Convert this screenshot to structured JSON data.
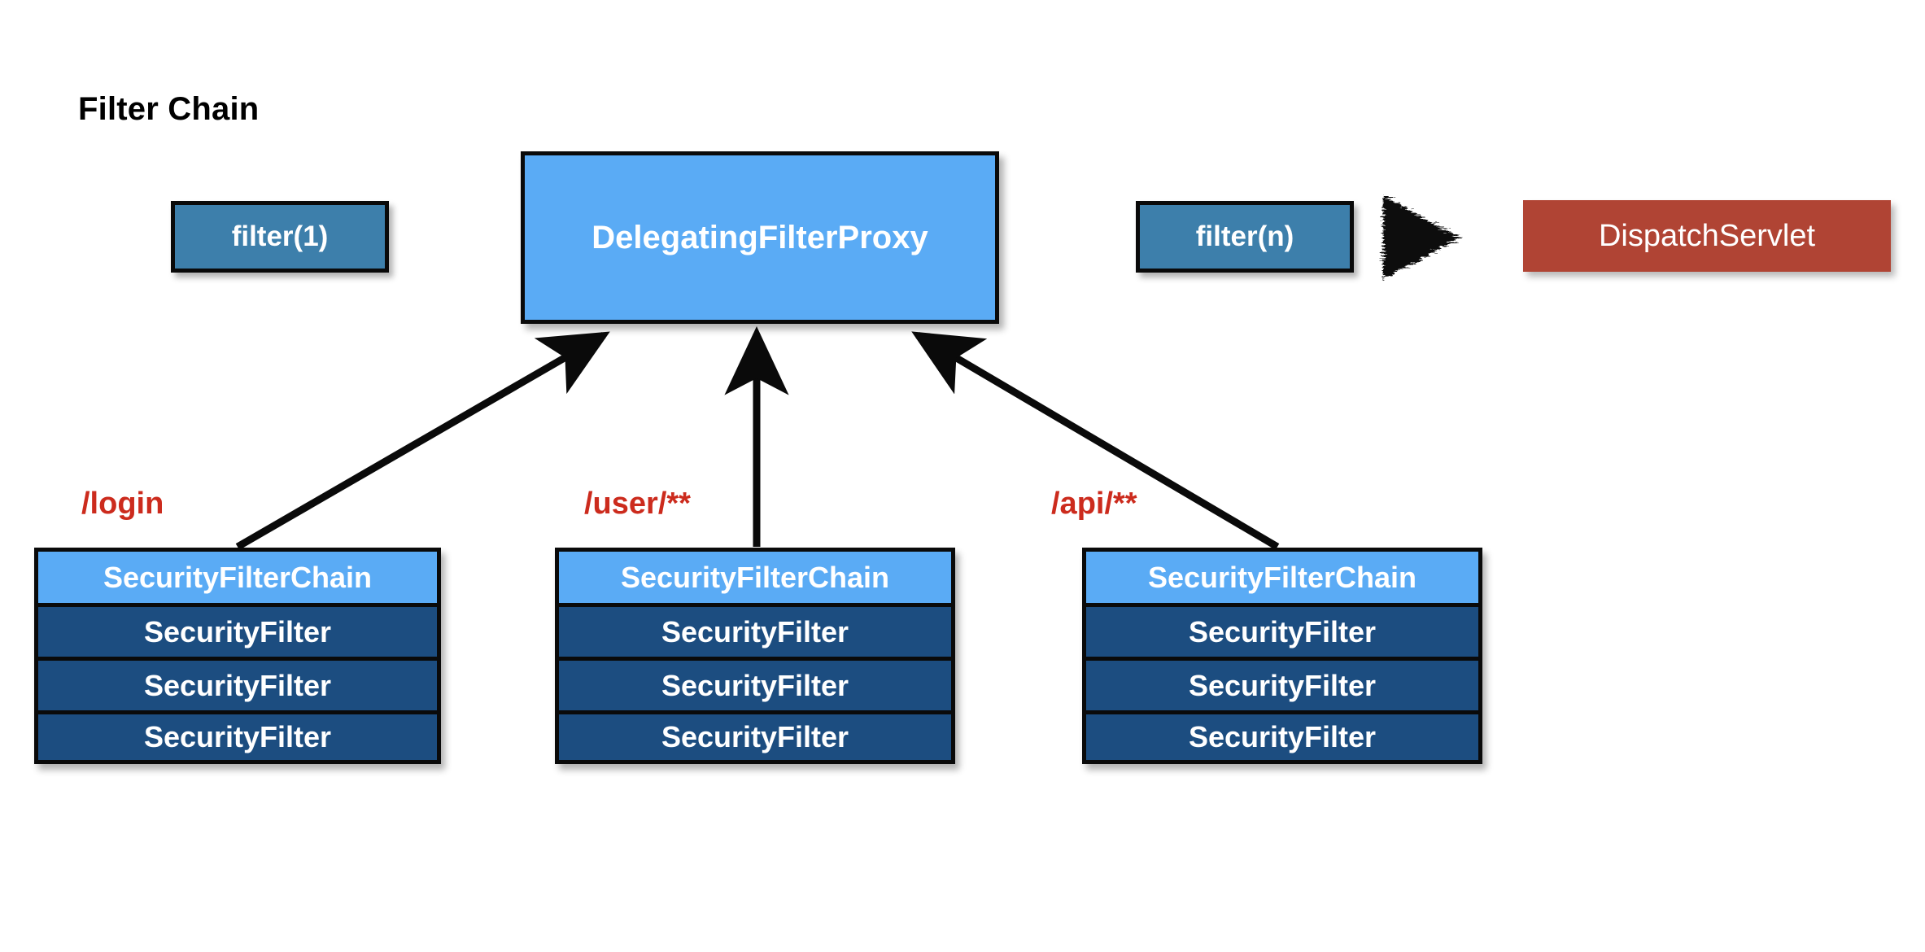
{
  "title": "Filter Chain",
  "colors": {
    "background": "#ffffff",
    "servlet_filter_box": "#3d7fab",
    "delegating_proxy_box": "#5aabf5",
    "dispatch_servlet_box": "#b04434",
    "security_filter_chain_header": "#5aabf5",
    "security_filter_row": "#1c4d80",
    "path_label_text": "#cc2b1d",
    "stroke": "#0a0a0a",
    "node_text": "#ffffff",
    "title_text": "#000000"
  },
  "chain": {
    "nodes": [
      {
        "id": "filter-1",
        "label": "filter(1)",
        "kind": "servlet-filter"
      },
      {
        "id": "delegating-filter-proxy",
        "label": "DelegatingFilterProxy",
        "kind": "proxy"
      },
      {
        "id": "filter-n",
        "label": "filter(n)",
        "kind": "servlet-filter"
      },
      {
        "id": "dispatch-servlet",
        "label": "DispatchServlet",
        "kind": "servlet"
      }
    ]
  },
  "security_chains": [
    {
      "path": "/login",
      "header": "SecurityFilterChain",
      "filters": [
        "SecurityFilter",
        "SecurityFilter",
        "SecurityFilter"
      ]
    },
    {
      "path": "/user/**",
      "header": "SecurityFilterChain",
      "filters": [
        "SecurityFilter",
        "SecurityFilter",
        "SecurityFilter"
      ]
    },
    {
      "path": "/api/**",
      "header": "SecurityFilterChain",
      "filters": [
        "SecurityFilter",
        "SecurityFilter",
        "SecurityFilter"
      ]
    }
  ]
}
